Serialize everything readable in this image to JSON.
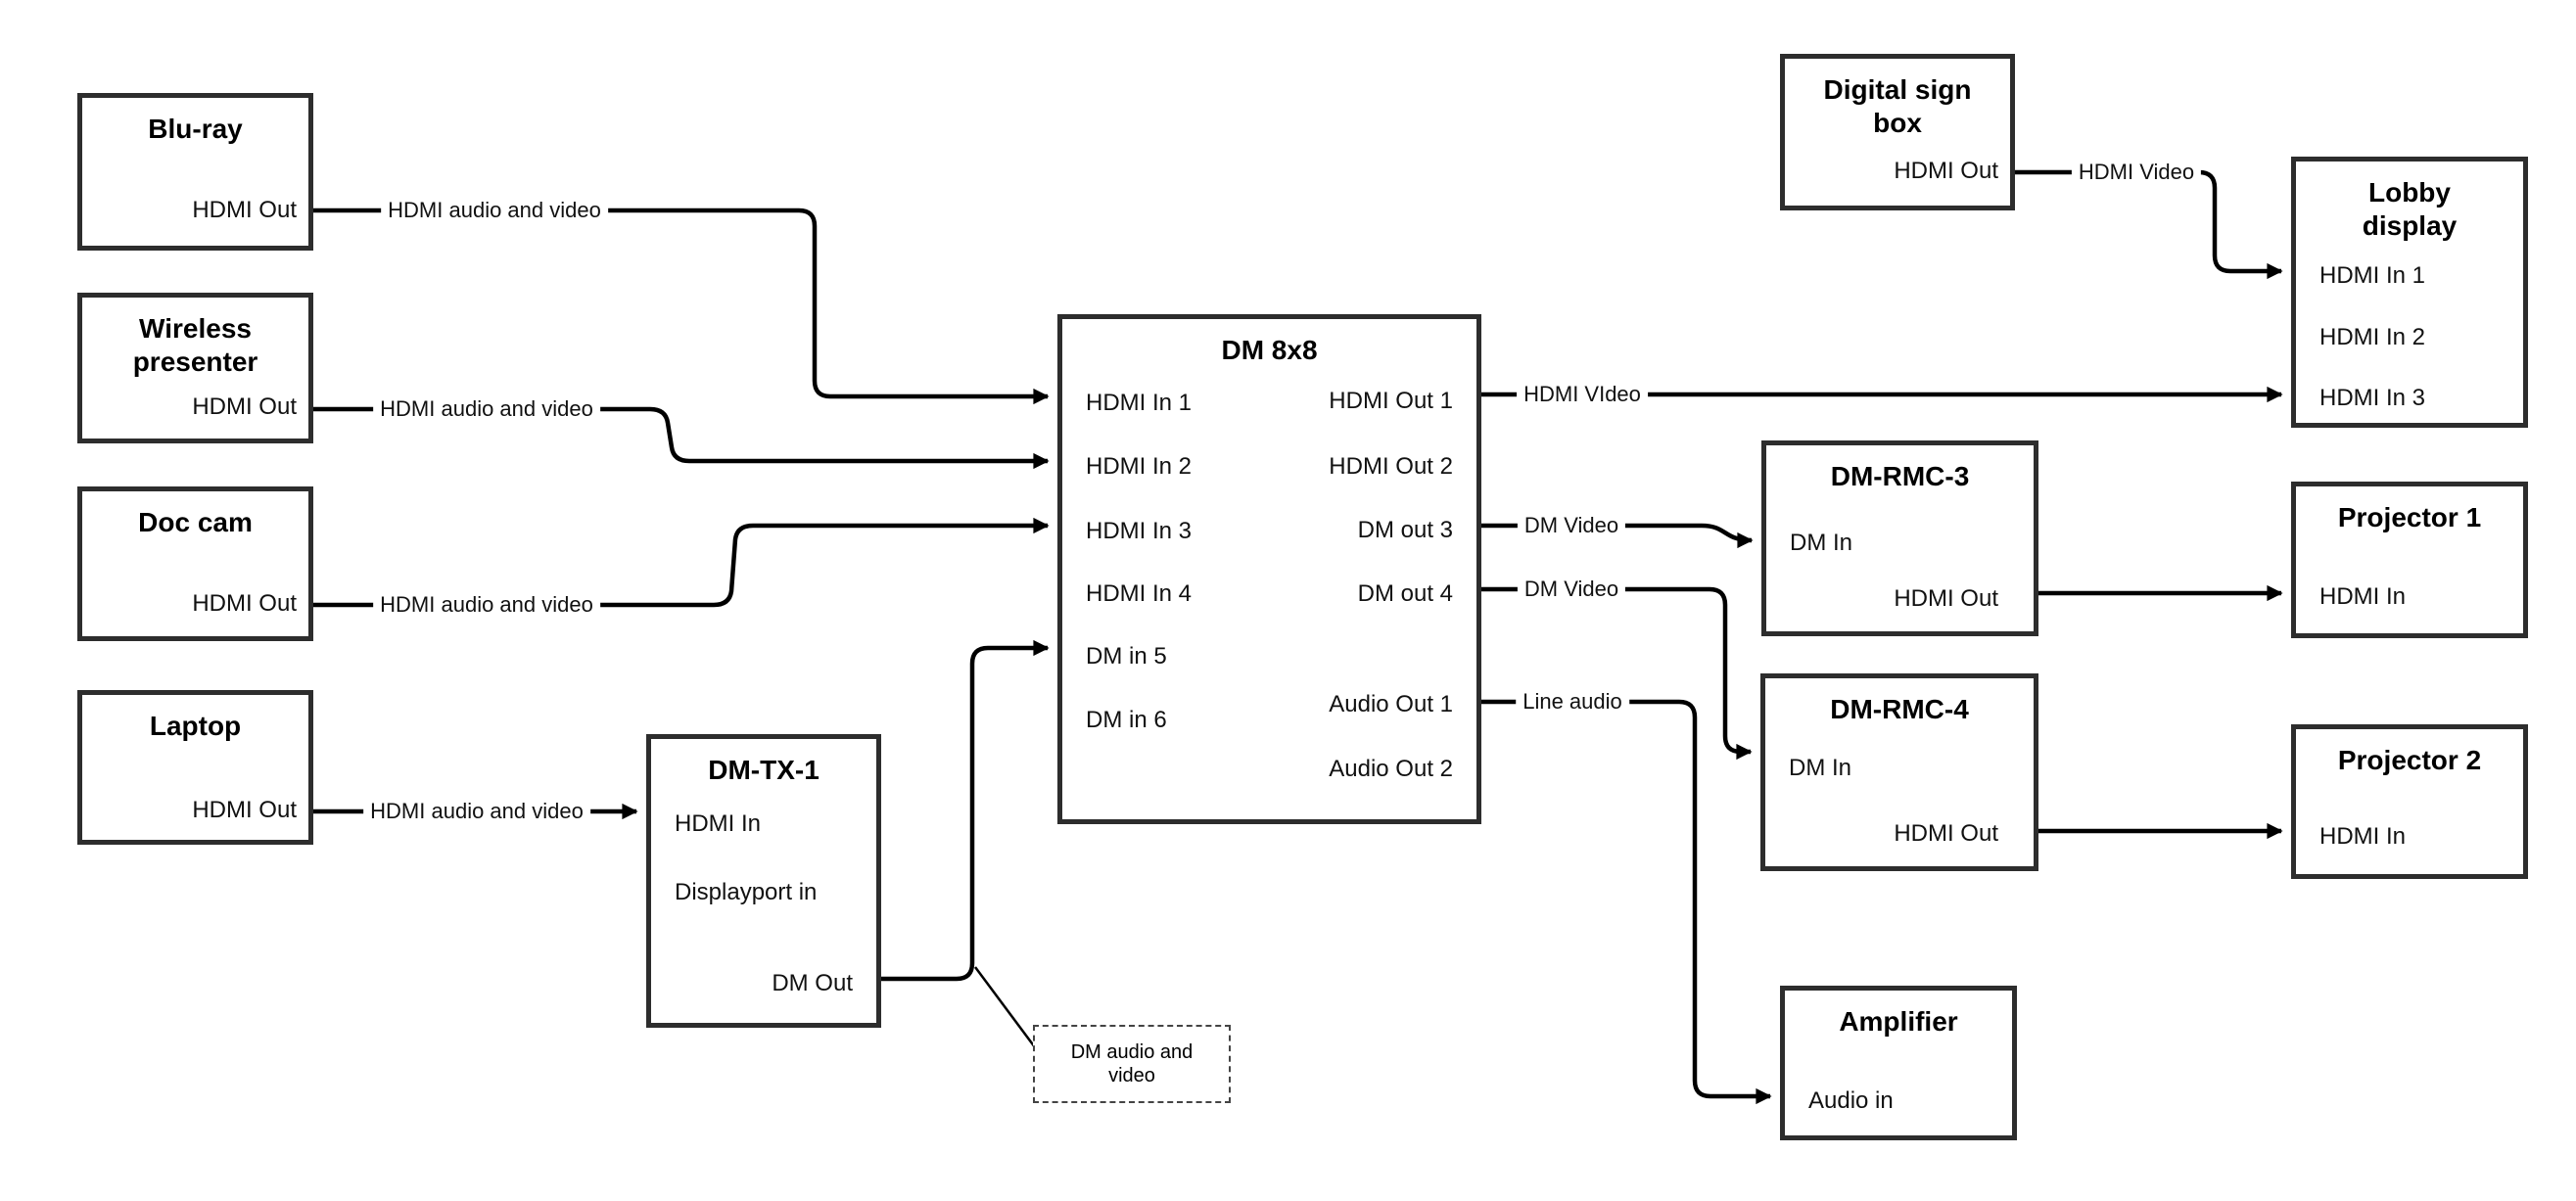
{
  "boxes": {
    "bluray": {
      "title": "Blu-ray",
      "ports": {
        "out": "HDMI Out"
      }
    },
    "wireless": {
      "title": "Wireless presenter",
      "ports": {
        "out": "HDMI Out"
      }
    },
    "doccam": {
      "title": "Doc cam",
      "ports": {
        "out": "HDMI Out"
      }
    },
    "laptop": {
      "title": "Laptop",
      "ports": {
        "out": "HDMI Out"
      }
    },
    "dmtx1": {
      "title": "DM-TX-1",
      "ports": {
        "hdmi_in": "HDMI In",
        "dp_in": "Displayport in",
        "dm_out": "DM Out"
      }
    },
    "dm8x8": {
      "title": "DM 8x8",
      "ports": {
        "in1": "HDMI In 1",
        "in2": "HDMI In 2",
        "in3": "HDMI In 3",
        "in4": "HDMI In 4",
        "in5": "DM in 5",
        "in6": "DM in 6",
        "out1": "HDMI Out 1",
        "out2": "HDMI Out 2",
        "out3": "DM out 3",
        "out4": "DM out 4",
        "aout1": "Audio Out 1",
        "aout2": "Audio Out 2"
      }
    },
    "digitalsign": {
      "title": "Digital sign box",
      "ports": {
        "out": "HDMI Out"
      }
    },
    "lobby": {
      "title": "Lobby display",
      "ports": {
        "in1": "HDMI In 1",
        "in2": "HDMI In 2",
        "in3": "HDMI In 3"
      }
    },
    "rmc3": {
      "title": "DM-RMC-3",
      "ports": {
        "dm_in": "DM In",
        "hdmi_out": "HDMI Out"
      }
    },
    "proj1": {
      "title": "Projector 1",
      "ports": {
        "in": "HDMI In"
      }
    },
    "rmc4": {
      "title": "DM-RMC-4",
      "ports": {
        "dm_in": "DM In",
        "hdmi_out": "HDMI Out"
      }
    },
    "proj2": {
      "title": "Projector 2",
      "ports": {
        "in": "HDMI In"
      }
    },
    "amplifier": {
      "title": "Amplifier",
      "ports": {
        "in": "Audio in"
      }
    }
  },
  "wire_labels": {
    "bluray": "HDMI audio and video",
    "wireless": "HDMI audio and video",
    "doccam": "HDMI audio and video",
    "laptop": "HDMI audio and video",
    "out1_video": "HDMI VIdeo",
    "sign_video": "HDMI Video",
    "out3_video": "DM Video",
    "out4_video": "DM Video",
    "line_audio": "Line audio"
  },
  "note": {
    "text": "DM audio and video"
  },
  "colors": {
    "wire": "#000000",
    "box_border": "#2d2d2d",
    "background": "#ffffff"
  }
}
